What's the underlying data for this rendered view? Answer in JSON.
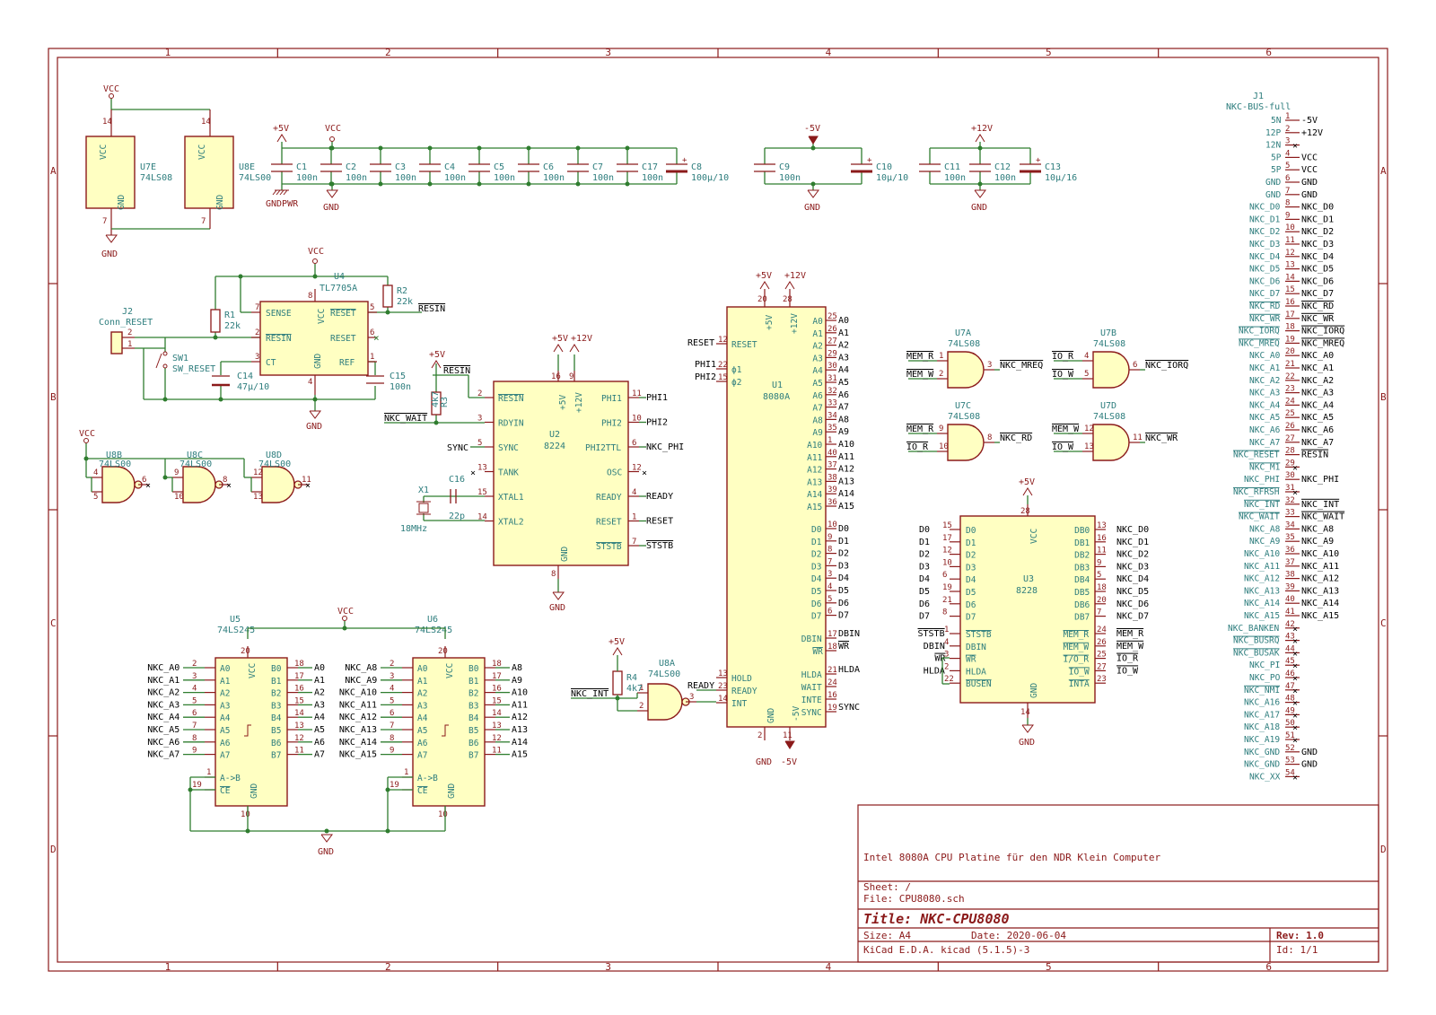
{
  "border": {
    "cols": [
      "1",
      "2",
      "3",
      "4",
      "5",
      "6"
    ],
    "rows": [
      "A",
      "B",
      "C",
      "D"
    ]
  },
  "title_block": {
    "comment": "Intel 8080A CPU Platine für den NDR Klein Computer",
    "sheet": "Sheet: /",
    "file": "File: CPU8080.sch",
    "title": "Title: NKC-CPU8080",
    "size": "Size: A4",
    "date": "Date: 2020-06-04",
    "rev": "Rev: 1.0",
    "tool": "KiCad E.D.A.  kicad (5.1.5)-3",
    "id": "Id: 1/1"
  },
  "power": {
    "vcc": "VCC",
    "gnd": "GND",
    "p5": "+5V",
    "m5": "-5V",
    "p12": "+12V",
    "gndpwr": "GNDPWR"
  },
  "u7e": {
    "ref": "U7E",
    "val": "74LS08",
    "vcc": "VCC",
    "gnd": "GND",
    "p14": "14",
    "p7": "7"
  },
  "u8e": {
    "ref": "U8E",
    "val": "74LS00",
    "vcc": "VCC",
    "gnd": "GND",
    "p14": "14",
    "p7": "7"
  },
  "caps1": [
    {
      "ref": "C1",
      "val": "100n"
    },
    {
      "ref": "C2",
      "val": "100n"
    },
    {
      "ref": "C3",
      "val": "100n"
    },
    {
      "ref": "C4",
      "val": "100n"
    },
    {
      "ref": "C5",
      "val": "100n"
    },
    {
      "ref": "C6",
      "val": "100n"
    },
    {
      "ref": "C7",
      "val": "100n"
    },
    {
      "ref": "C17",
      "val": "100n"
    },
    {
      "ref": "C8",
      "val": "100µ/10"
    }
  ],
  "caps2": [
    {
      "ref": "C9",
      "val": "100n"
    },
    {
      "ref": "C10",
      "val": "10µ/10"
    }
  ],
  "caps3": [
    {
      "ref": "C11",
      "val": "100n"
    },
    {
      "ref": "C12",
      "val": "100n"
    },
    {
      "ref": "C13",
      "val": "10µ/16"
    }
  ],
  "u4": {
    "ref": "U4",
    "val": "TL7705A",
    "sense": "SENSE",
    "resin": "RESIN",
    "ct": "CT",
    "vcc": "VCC",
    "gnd": "GND",
    "reset": "RESET",
    "resetn": "RESET",
    "ref_pin": "REF",
    "p7": "7",
    "p2": "2",
    "p3": "3",
    "p8": "8",
    "p4": "4",
    "p5": "5",
    "p6": "6",
    "p1": "1"
  },
  "r1": {
    "ref": "R1",
    "val": "22k"
  },
  "r2": {
    "ref": "R2",
    "val": "22k"
  },
  "r3": {
    "ref": "R3",
    "val": "4k7"
  },
  "r4": {
    "ref": "R4",
    "val": "4k7"
  },
  "c14": {
    "ref": "C14",
    "val": "47µ/10"
  },
  "c15": {
    "ref": "C15",
    "val": "100n"
  },
  "c16": {
    "ref": "C16",
    "val": "22p"
  },
  "x1": {
    "ref": "X1",
    "val": "18MHz"
  },
  "j2": {
    "ref": "J2",
    "val": "Conn_RESET",
    "p1": "1",
    "p2": "2"
  },
  "sw1": {
    "ref": "SW1",
    "val": "SW_RESET"
  },
  "nets": {
    "resin": "RESIN",
    "nkc_wait": "NKC_WAIT",
    "sync": "SYNC",
    "nkc_int": "NKC_INT",
    "ready": "READY",
    "reset": "RESET",
    "ststb": "STSTB",
    "phi1": "PHI1",
    "phi2": "PHI2",
    "nkc_phi": "NKC_PHI",
    "hlda": "HLDA",
    "dbin": "DBIN",
    "wr": "WR"
  },
  "u8b": {
    "ref": "U8B",
    "val": "74LS00",
    "pins": [
      "4",
      "5",
      "6"
    ]
  },
  "u8c": {
    "ref": "U8C",
    "val": "74LS00",
    "pins": [
      "9",
      "10",
      "8"
    ]
  },
  "u8d": {
    "ref": "U8D",
    "val": "74LS00",
    "pins": [
      "12",
      "13",
      "11"
    ]
  },
  "u8a": {
    "ref": "U8A",
    "val": "74LS00",
    "pins": [
      "1",
      "2",
      "3"
    ]
  },
  "u2": {
    "ref": "U2",
    "val": "8224",
    "left": [
      {
        "n": "RESIN",
        "p": "2"
      },
      {
        "n": "RDYIN",
        "p": "3"
      },
      {
        "n": "SYNC",
        "p": "5"
      },
      {
        "n": "TANK",
        "p": "13"
      },
      {
        "n": "XTAL1",
        "p": "15"
      },
      {
        "n": "XTAL2",
        "p": "14"
      }
    ],
    "right": [
      {
        "n": "PHI1",
        "p": "11"
      },
      {
        "n": "PHI2",
        "p": "10"
      },
      {
        "n": "PHI2TTL",
        "p": "6"
      },
      {
        "n": "OSC",
        "p": "12"
      },
      {
        "n": "READY",
        "p": "4"
      },
      {
        "n": "RESET",
        "p": "1"
      },
      {
        "n": "STSTB",
        "p": "7"
      }
    ],
    "top": [
      {
        "n": "+5V",
        "p": "16"
      },
      {
        "n": "+12V",
        "p": "9"
      }
    ],
    "bottom": [
      {
        "n": "GND",
        "p": "8"
      }
    ]
  },
  "u1": {
    "ref": "U1",
    "val": "8080A",
    "left": [
      {
        "n": "RESET",
        "p": "12"
      },
      {
        "n": "ϕ1",
        "p": "22"
      },
      {
        "n": "ϕ2",
        "p": "15"
      },
      {
        "n": "HOLD",
        "p": "13"
      },
      {
        "n": "READY",
        "p": "23"
      },
      {
        "n": "INT",
        "p": "14"
      }
    ],
    "addr": [
      {
        "n": "A0",
        "p": "25"
      },
      {
        "n": "A1",
        "p": "26"
      },
      {
        "n": "A2",
        "p": "27"
      },
      {
        "n": "A3",
        "p": "29"
      },
      {
        "n": "A4",
        "p": "30"
      },
      {
        "n": "A5",
        "p": "31"
      },
      {
        "n": "A6",
        "p": "32"
      },
      {
        "n": "A7",
        "p": "33"
      },
      {
        "n": "A8",
        "p": "34"
      },
      {
        "n": "A9",
        "p": "35"
      },
      {
        "n": "A10",
        "p": "1"
      },
      {
        "n": "A11",
        "p": "40"
      },
      {
        "n": "A12",
        "p": "37"
      },
      {
        "n": "A13",
        "p": "38"
      },
      {
        "n": "A14",
        "p": "39"
      },
      {
        "n": "A15",
        "p": "36"
      }
    ],
    "data": [
      {
        "n": "D0",
        "p": "10"
      },
      {
        "n": "D1",
        "p": "9"
      },
      {
        "n": "D2",
        "p": "8"
      },
      {
        "n": "D3",
        "p": "7"
      },
      {
        "n": "D4",
        "p": "3"
      },
      {
        "n": "D5",
        "p": "4"
      },
      {
        "n": "D6",
        "p": "5"
      },
      {
        "n": "D7",
        "p": "6"
      }
    ],
    "ctrl": [
      {
        "n": "DBIN",
        "p": "17"
      },
      {
        "n": "WR",
        "p": "18"
      },
      {
        "n": "HLDA",
        "p": "21"
      },
      {
        "n": "WAIT",
        "p": "24"
      },
      {
        "n": "INTE",
        "p": "16"
      },
      {
        "n": "SYNC",
        "p": "19"
      }
    ],
    "top": [
      {
        "n": "+5V",
        "p": "20"
      },
      {
        "n": "+12V",
        "p": "28"
      }
    ],
    "bottom": [
      {
        "n": "GND",
        "p": "2"
      },
      {
        "n": "-5V",
        "p": "11"
      }
    ]
  },
  "u7a": {
    "ref": "U7A",
    "val": "74LS08",
    "in1": "MEM_R",
    "in2": "MEM_W",
    "out": "NKC_MREQ",
    "pins": [
      "1",
      "2",
      "3"
    ]
  },
  "u7b": {
    "ref": "U7B",
    "val": "74LS08",
    "in1": "IO_R",
    "in2": "IO_W",
    "out": "NKC_IORQ",
    "pins": [
      "4",
      "5",
      "6"
    ]
  },
  "u7c": {
    "ref": "U7C",
    "val": "74LS08",
    "in1": "MEM_R",
    "in2": "IO_R",
    "out": "NKC_RD",
    "pins": [
      "9",
      "10",
      "8"
    ]
  },
  "u7d": {
    "ref": "U7D",
    "val": "74LS08",
    "in1": "MEM_W",
    "in2": "IO_W",
    "out": "NKC_WR",
    "pins": [
      "12",
      "13",
      "11"
    ]
  },
  "u3": {
    "ref": "U3",
    "val": "8228",
    "left": [
      {
        "n": "D0",
        "p": "15"
      },
      {
        "n": "D1",
        "p": "17"
      },
      {
        "n": "D2",
        "p": "12"
      },
      {
        "n": "D3",
        "p": "10"
      },
      {
        "n": "D4",
        "p": "6"
      },
      {
        "n": "D5",
        "p": "19"
      },
      {
        "n": "D6",
        "p": "21"
      },
      {
        "n": "D7",
        "p": "8"
      }
    ],
    "left2": [
      {
        "n": "STSTB",
        "p": "1",
        "net": "STSTB"
      },
      {
        "n": "DBIN",
        "p": "4",
        "net": "DBIN"
      },
      {
        "n": "WR",
        "p": "3",
        "net": "WR"
      },
      {
        "n": "HLDA",
        "p": "2",
        "net": "HLDA"
      },
      {
        "n": "BUSEN",
        "p": "22",
        "net": ""
      }
    ],
    "right": [
      {
        "n": "DB0",
        "p": "13",
        "net": "NKC_D0"
      },
      {
        "n": "DB1",
        "p": "16",
        "net": "NKC_D1"
      },
      {
        "n": "DB2",
        "p": "11",
        "net": "NKC_D2"
      },
      {
        "n": "DB3",
        "p": "9",
        "net": "NKC_D3"
      },
      {
        "n": "DB4",
        "p": "5",
        "net": "NKC_D4"
      },
      {
        "n": "DB5",
        "p": "18",
        "net": "NKC_D5"
      },
      {
        "n": "DB6",
        "p": "20",
        "net": "NKC_D6"
      },
      {
        "n": "DB7",
        "p": "7",
        "net": "NKC_D7"
      }
    ],
    "right2": [
      {
        "n": "MEM_R",
        "p": "24",
        "net": "MEM_R"
      },
      {
        "n": "MEM_W",
        "p": "26",
        "net": "MEM_W"
      },
      {
        "n": "I/O_R",
        "p": "25",
        "net": "IO_R"
      },
      {
        "n": "IO_W",
        "p": "27",
        "net": "IO_W"
      },
      {
        "n": "INTA",
        "p": "23",
        "net": ""
      }
    ],
    "vcc": "VCC",
    "gnd": "GND",
    "p28": "28",
    "p14": "14"
  },
  "u5": {
    "ref": "U5",
    "val": "74LS245",
    "ins": [
      "NKC_A0",
      "NKC_A1",
      "NKC_A2",
      "NKC_A3",
      "NKC_A4",
      "NKC_A5",
      "NKC_A6",
      "NKC_A7"
    ],
    "outs": [
      "A0",
      "A1",
      "A2",
      "A3",
      "A4",
      "A5",
      "A6",
      "A7"
    ],
    "lp": [
      "2",
      "3",
      "4",
      "5",
      "6",
      "7",
      "8",
      "9"
    ],
    "rp": [
      "18",
      "17",
      "16",
      "15",
      "14",
      "13",
      "12",
      "11"
    ]
  },
  "u6": {
    "ref": "U6",
    "val": "74LS245",
    "ins": [
      "NKC_A8",
      "NKC_A9",
      "NKC_A10",
      "NKC_A11",
      "NKC_A12",
      "NKC_A13",
      "NKC_A14",
      "NKC_A15"
    ],
    "outs": [
      "A8",
      "A9",
      "A10",
      "A11",
      "A12",
      "A13",
      "A14",
      "A15"
    ],
    "lp": [
      "2",
      "3",
      "4",
      "5",
      "6",
      "7",
      "8",
      "9"
    ],
    "rp": [
      "18",
      "17",
      "16",
      "15",
      "14",
      "13",
      "12",
      "11"
    ]
  },
  "j1": {
    "ref": "J1",
    "val": "NKC-BUS-full",
    "pins": [
      {
        "p": "1",
        "n": "5N",
        "net": "-5V"
      },
      {
        "p": "2",
        "n": "12P",
        "net": "+12V"
      },
      {
        "p": "3",
        "n": "12N",
        "net": ""
      },
      {
        "p": "4",
        "n": "5P",
        "net": "VCC"
      },
      {
        "p": "5",
        "n": "5P",
        "net": "VCC"
      },
      {
        "p": "6",
        "n": "GND",
        "net": "GND"
      },
      {
        "p": "7",
        "n": "GND",
        "net": "GND"
      },
      {
        "p": "8",
        "n": "NKC_D0",
        "net": "NKC_D0"
      },
      {
        "p": "9",
        "n": "NKC_D1",
        "net": "NKC_D1"
      },
      {
        "p": "10",
        "n": "NKC_D2",
        "net": "NKC_D2"
      },
      {
        "p": "11",
        "n": "NKC_D3",
        "net": "NKC_D3"
      },
      {
        "p": "12",
        "n": "NKC_D4",
        "net": "NKC_D4"
      },
      {
        "p": "13",
        "n": "NKC_D5",
        "net": "NKC_D5"
      },
      {
        "p": "14",
        "n": "NKC_D6",
        "net": "NKC_D6"
      },
      {
        "p": "15",
        "n": "NKC_D7",
        "net": "NKC_D7"
      },
      {
        "p": "16",
        "n": "NKC_RD",
        "net": "NKC_RD"
      },
      {
        "p": "17",
        "n": "NKC_WR",
        "net": "NKC_WR"
      },
      {
        "p": "18",
        "n": "NKC_IORQ",
        "net": "NKC_IORQ"
      },
      {
        "p": "19",
        "n": "NKC_MREQ",
        "net": "NKC_MREQ"
      },
      {
        "p": "20",
        "n": "NKC_A0",
        "net": "NKC_A0"
      },
      {
        "p": "21",
        "n": "NKC_A1",
        "net": "NKC_A1"
      },
      {
        "p": "22",
        "n": "NKC_A2",
        "net": "NKC_A2"
      },
      {
        "p": "23",
        "n": "NKC_A3",
        "net": "NKC_A3"
      },
      {
        "p": "24",
        "n": "NKC_A4",
        "net": "NKC_A4"
      },
      {
        "p": "25",
        "n": "NKC_A5",
        "net": "NKC_A5"
      },
      {
        "p": "26",
        "n": "NKC_A6",
        "net": "NKC_A6"
      },
      {
        "p": "27",
        "n": "NKC_A7",
        "net": "NKC_A7"
      },
      {
        "p": "28",
        "n": "NKC_RESET",
        "net": "RESIN"
      },
      {
        "p": "29",
        "n": "NKC_M1",
        "net": ""
      },
      {
        "p": "30",
        "n": "NKC_PHI",
        "net": "NKC_PHI"
      },
      {
        "p": "31",
        "n": "NKC_RFRSH",
        "net": ""
      },
      {
        "p": "32",
        "n": "NKC_INT",
        "net": "NKC_INT"
      },
      {
        "p": "33",
        "n": "NKC_WAIT",
        "net": "NKC_WAIT"
      },
      {
        "p": "34",
        "n": "NKC_A8",
        "net": "NKC_A8"
      },
      {
        "p": "35",
        "n": "NKC_A9",
        "net": "NKC_A9"
      },
      {
        "p": "36",
        "n": "NKC_A10",
        "net": "NKC_A10"
      },
      {
        "p": "37",
        "n": "NKC_A11",
        "net": "NKC_A11"
      },
      {
        "p": "38",
        "n": "NKC_A12",
        "net": "NKC_A12"
      },
      {
        "p": "39",
        "n": "NKC_A13",
        "net": "NKC_A13"
      },
      {
        "p": "40",
        "n": "NKC_A14",
        "net": "NKC_A14"
      },
      {
        "p": "41",
        "n": "NKC_A15",
        "net": "NKC_A15"
      },
      {
        "p": "42",
        "n": "NKC_BANKEN",
        "net": ""
      },
      {
        "p": "43",
        "n": "NKC_BUSRQ",
        "net": ""
      },
      {
        "p": "44",
        "n": "NKC_BUSAK",
        "net": ""
      },
      {
        "p": "45",
        "n": "NKC_PI",
        "net": ""
      },
      {
        "p": "46",
        "n": "NKC_PO",
        "net": ""
      },
      {
        "p": "47",
        "n": "NKC_NMI",
        "net": ""
      },
      {
        "p": "48",
        "n": "NKC_A16",
        "net": ""
      },
      {
        "p": "49",
        "n": "NKC_A17",
        "net": ""
      },
      {
        "p": "50",
        "n": "NKC_A18",
        "net": ""
      },
      {
        "p": "51",
        "n": "NKC_A19",
        "net": ""
      },
      {
        "p": "52",
        "n": "NKC_GND",
        "net": "GND"
      },
      {
        "p": "53",
        "n": "NKC_GND",
        "net": "GND"
      },
      {
        "p": "54",
        "n": "NKC_XX",
        "net": ""
      }
    ]
  }
}
